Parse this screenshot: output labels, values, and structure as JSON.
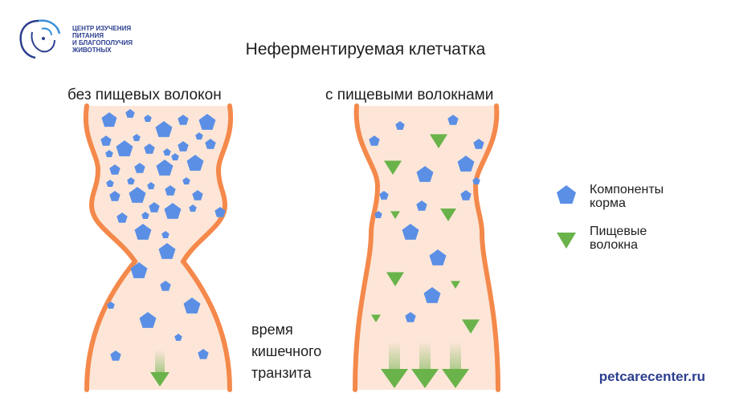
{
  "logo": {
    "lines": [
      "Центр изучения",
      "питания",
      "и благополучия",
      "животных"
    ]
  },
  "title": "Неферментируемая клетчатка",
  "panels": {
    "left_label": "без пищевых волокон",
    "right_label": "с пищевыми волокнами"
  },
  "transit_label": [
    "время",
    "кишечного",
    "транзита"
  ],
  "legend": {
    "food": [
      "Компоненты",
      "корма"
    ],
    "fiber": [
      "Пищевые",
      "волокна"
    ]
  },
  "website": "petcarecenter.ru",
  "colors": {
    "tube_fill": "#fde6d8",
    "tube_wall": "#f4894b",
    "food_component": "#5b8fe6",
    "fiber": "#6ab34a",
    "brand": "#2c3f8f"
  }
}
